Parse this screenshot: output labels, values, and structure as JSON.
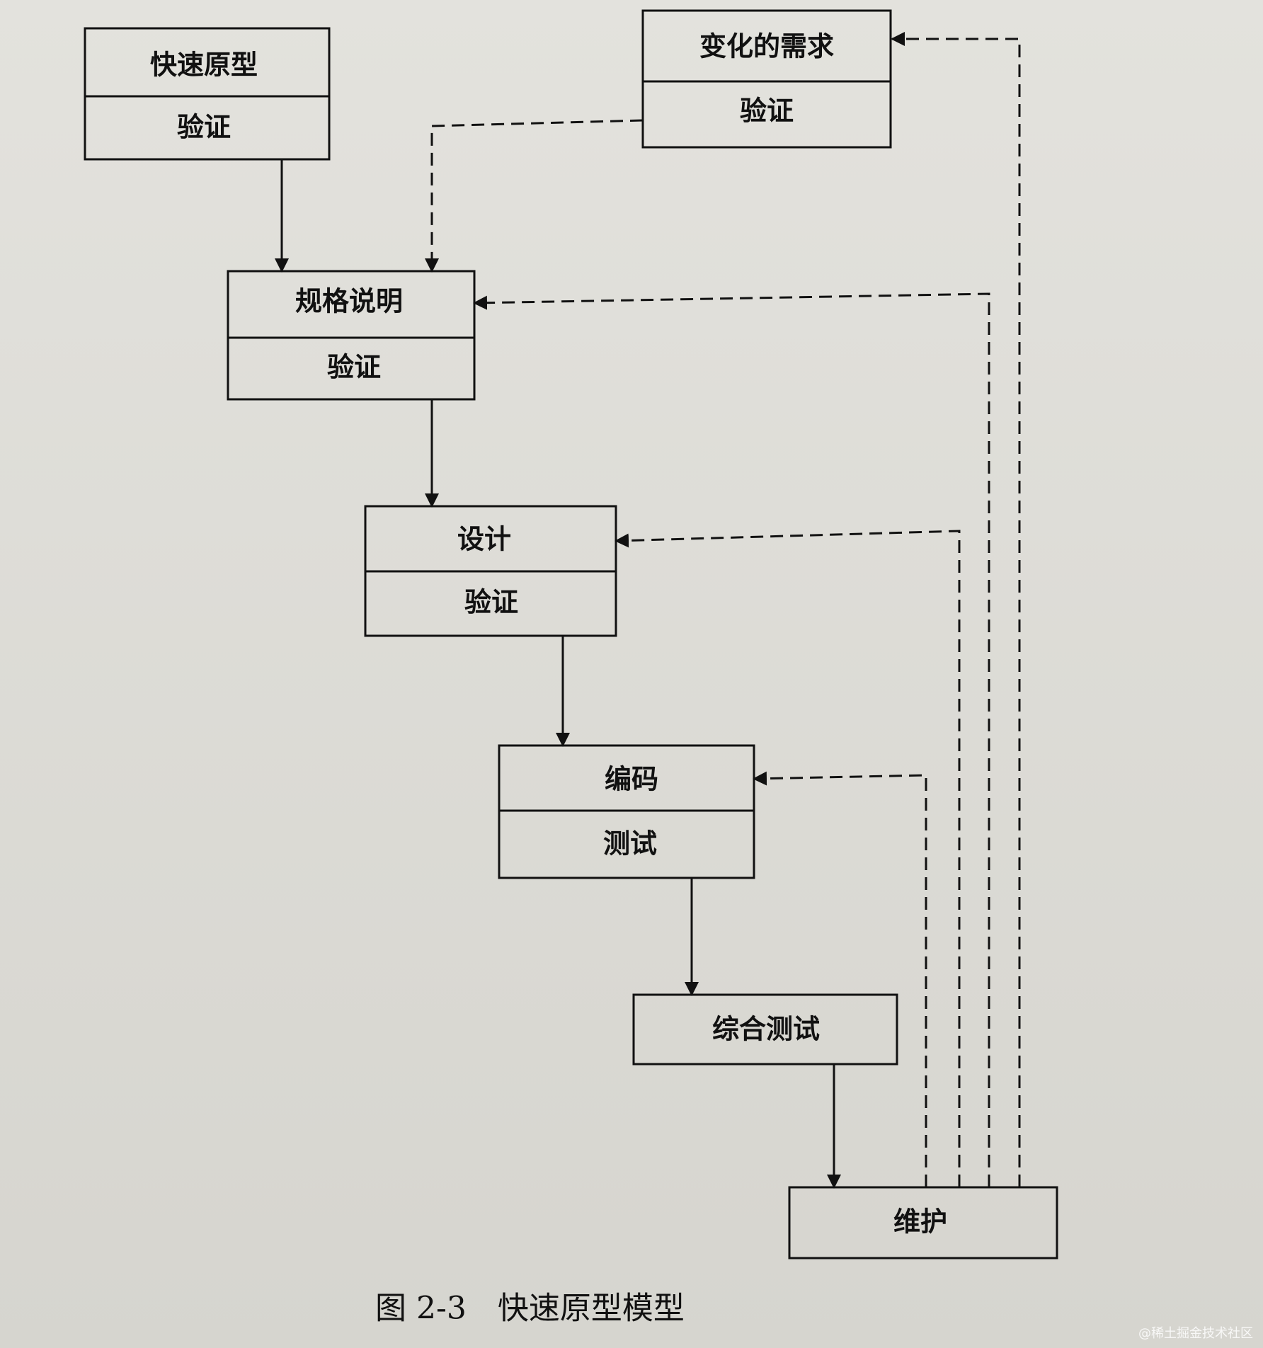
{
  "diagram": {
    "nodes": [
      {
        "id": "rapid-prototype",
        "top": "快速原型",
        "bottom": "验证"
      },
      {
        "id": "changing-requirements",
        "top": "变化的需求",
        "bottom": "验证"
      },
      {
        "id": "specification",
        "top": "规格说明",
        "bottom": "验证"
      },
      {
        "id": "design",
        "top": "设计",
        "bottom": "验证"
      },
      {
        "id": "coding",
        "top": "编码",
        "bottom": "测试"
      },
      {
        "id": "integration-testing",
        "top": "综合测试"
      },
      {
        "id": "maintenance",
        "top": "维护"
      }
    ],
    "edges": [
      {
        "from": "rapid-prototype",
        "to": "specification",
        "style": "solid"
      },
      {
        "from": "specification",
        "to": "design",
        "style": "solid"
      },
      {
        "from": "design",
        "to": "coding",
        "style": "solid"
      },
      {
        "from": "coding",
        "to": "integration-testing",
        "style": "solid"
      },
      {
        "from": "integration-testing",
        "to": "maintenance",
        "style": "solid"
      },
      {
        "from": "changing-requirements",
        "to": "specification",
        "style": "dashed"
      },
      {
        "from": "maintenance",
        "to": "changing-requirements",
        "style": "dashed"
      },
      {
        "from": "maintenance",
        "to": "specification",
        "style": "dashed"
      },
      {
        "from": "maintenance",
        "to": "design",
        "style": "dashed"
      },
      {
        "from": "maintenance",
        "to": "coding",
        "style": "dashed"
      }
    ]
  },
  "caption": "图 2-3　快速原型模型",
  "watermark": "@稀土掘金技术社区"
}
